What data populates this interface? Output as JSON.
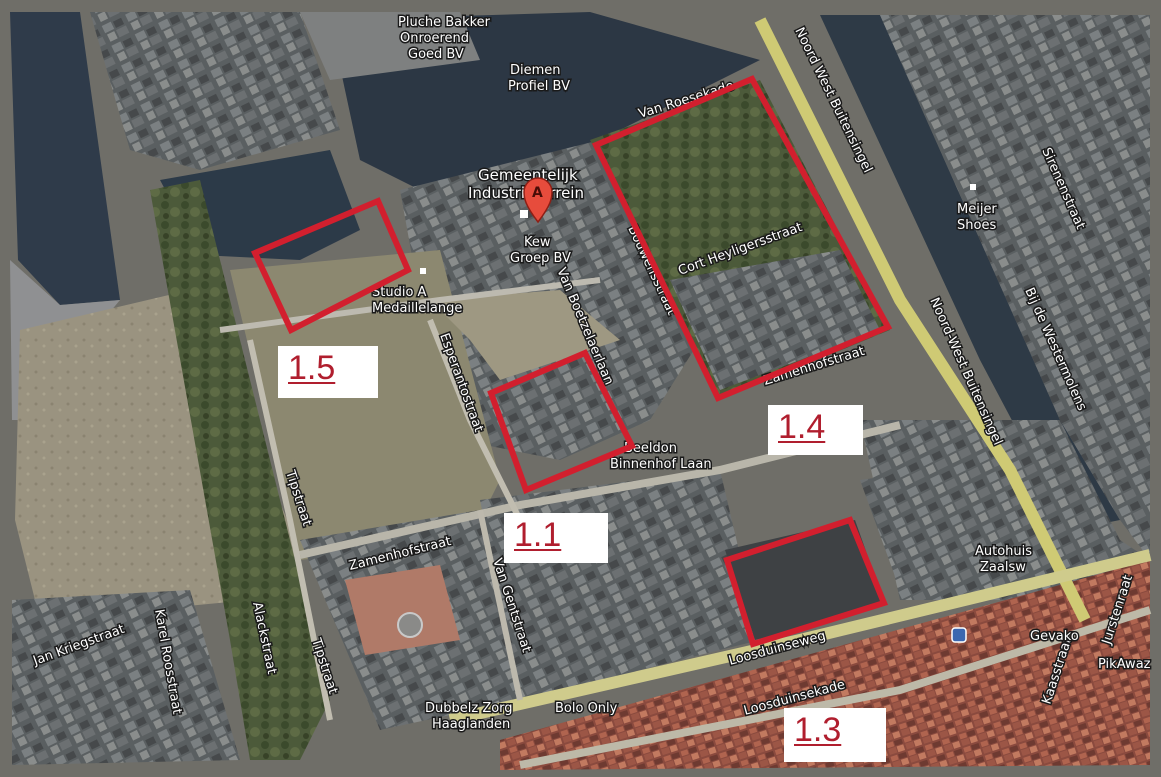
{
  "map": {
    "pin_letter": "A",
    "poi": {
      "industrie": [
        "Gemeentelijk",
        "Industrieterrein"
      ],
      "kew": [
        "Kew",
        "Groep BV"
      ],
      "studio": [
        "Studio A",
        "Medaillelange"
      ],
      "bedrijf_top": [
        "Pluche Bakker",
        "Onroerend",
        "Goed BV"
      ],
      "diemen": [
        "Diemen",
        "Profiel BV"
      ],
      "meijer": [
        "Meijer",
        "Shoes"
      ],
      "autohuis": [
        "Autohuis",
        "Zaalsw"
      ],
      "beeldon": [
        "Beeldon",
        "Binnenhof Laan"
      ],
      "dubbel": [
        "Dubbelz Zorg",
        "Haaglanden"
      ],
      "bolo": "Bolo Only",
      "gevako": "Gevako",
      "pikawaz": "PikAwaz"
    },
    "streets": {
      "van_roesekade": "Van Roesekade",
      "noordwest_top": "Noord West Buitensingel",
      "noordwest_bottom": "Noord-West Buitensingel",
      "sirenenstraat": "Sirenenstraat",
      "bij_de_westermolens": "Bij de Westermolens",
      "cort_heyligersstraat": "Cort Heyligersstraat",
      "bouwensstraat": "Bouwensstraat",
      "van_boetzelaerlaan": "Van Boetzelaerlaan",
      "esperantostraat": "Esperantostraat",
      "zamenhofstraat_right": "Zamenhofstraat",
      "zamenhofstraat_left": "Zamenhofstraat",
      "tipstraat_top": "Tipstraat",
      "tipstraat_bottom": "Tipstraat",
      "van_gentstraat": "Van Gentstraat",
      "loosduinseweg": "Loosduinseweg",
      "loosduinsekade": "Loosduinsekade",
      "jan_kriegstraat": "Jan Kriegstraat",
      "karel_roosstraat": "Karel Roosstraat",
      "alackstraat": "Alackstraat",
      "jurstenraat": "Jurstenraat",
      "kaasstraat": "Kaasstraat"
    },
    "areas": {
      "a15": "1.5",
      "a14": "1.4",
      "a11": "1.1",
      "a13": "1.3"
    }
  }
}
